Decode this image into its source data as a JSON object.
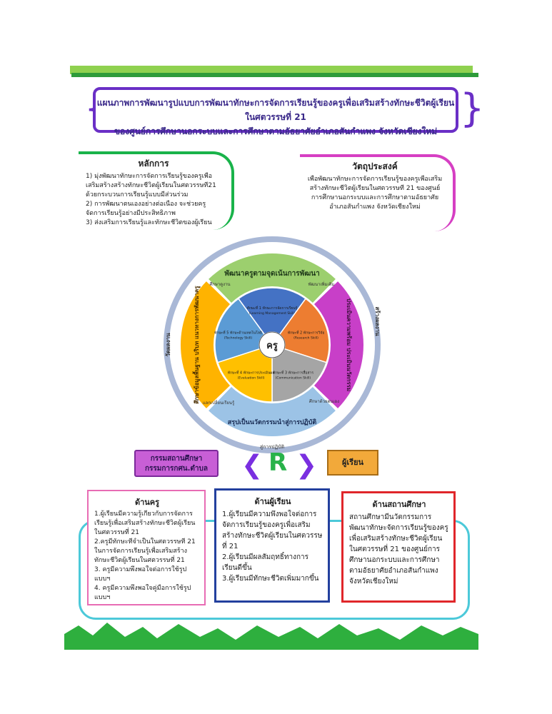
{
  "title": {
    "line1": "แผนภาพการพัฒนารูปแบบการพัฒนาทักษะการจัดการเรียนรู้ของครูเพื่อเสริมสร้างทักษะชีวิตผู้เรียนในศตวรรษที่ 21",
    "line2": "ของศูนย์การศึกษานอกระบบและการศึกษาตามอัธยาศัยอำเภอสันกำแพง จังหวัดเชียงใหม่"
  },
  "principles": {
    "heading": "หลักการ",
    "lines": [
      "1) มุ่งพัฒนาทักษะการจัดการเรียนรู้ของครูเพื่อ",
      "เสริมสร้างสร้างทักษะชีวิตผู้เรียนในศตวรรษที่21",
      "ด้วยกระบวนการเรียนรู้แบบมีส่วนร่วม",
      "2) การพัฒนาตนเองอย่างต่อเนื่อง จะช่วยครู",
      "จัดการเรียนรู้อย่างมีประสิทธิภาพ",
      "3) ส่งเสริมการเรียนรู้และทักษะชีวิตของผู้เรียน"
    ]
  },
  "purpose": {
    "heading": "วัตถุประสงค์",
    "lines": [
      "เพื่อพัฒนาทักษะการจัดการเรียนรู้ของครูเพื่อเสริม",
      "สร้างทักษะชีวิตผู้เรียนในศตวรรษที่ 21 ของศูนย์",
      "การศึกษานอกระบบและการศึกษาตามอัธยาศัย",
      "อำเภอสันกำแพง จังหวัดเชียงใหม่"
    ]
  },
  "wheel": {
    "center": "ครู",
    "outer": {
      "top": "พัฒนาครูตามจุดเน้นการพัฒนา",
      "right": "ประเมินความพร้อม ประเมินนวัตกรรม",
      "bottom": "สรุปเป็นนวัตกรรมนำสู่การปฏิบัติ",
      "left": "ศึกษาข้อมูลพื้นฐาน บริบท แนวทางการพัฒนาครู"
    },
    "inner": [
      {
        "label": "ทักษะที่ 5 ทักษะด้านเทคโนโลยี",
        "sub": "(Technology Skill)",
        "color": "#5b9bd5"
      },
      {
        "label": "ทักษะที่ 1 ทักษะการจัดการเรียนรู้",
        "sub": "(Learning Management Skill)",
        "color": "#4472c4"
      },
      {
        "label": "ทักษะที่ 2 ทักษะการวิจัย",
        "sub": "(Research Skill)",
        "color": "#ed7d31"
      },
      {
        "label": "ทักษะที่ 3 ทักษะการสื่อสาร",
        "sub": "(Communication Skill)",
        "color": "#a5a5a5"
      },
      {
        "label": "ทักษะที่ 4 ทักษะการประเมินผล",
        "sub": "(Evaluation Skill)",
        "color": "#ffc000"
      }
    ],
    "ring_labels": {
      "left": "วัดผลงาน",
      "right": "สร้างผลงาน",
      "bottom": "สู่การปฏิบัติ",
      "top_left": "ศึกษาดูงาน",
      "top_right": "พัฒนาเพิ่มเติม",
      "bottom_right": "ศึกษาด้วยตนเอง",
      "bottom_left": "แลกเปลี่ยนเรียนรู้"
    },
    "colors": {
      "top": "#9ccf6e",
      "right": "#c83fc8",
      "bottom": "#9cc3e6",
      "left": "#ffb300",
      "ring": "#a9b8d6"
    }
  },
  "nav": {
    "office_line1": "กรรมสถานศึกษา",
    "office_line2": "กรรมการกศน.ตำบล",
    "r_letter": "R",
    "learner": "ผู้เรียน",
    "left_chevron": "❮",
    "right_chevron": "❯"
  },
  "cards": {
    "teacher": {
      "heading": "ด้านครู",
      "lines": [
        "1.ผู้เรียนมีความรู้เกี่ยวกับการจัดการเรียนรู้เพื่อเสริมสร้างทักษะชีวิตผู้เรียนในศตวรรษที่ 21",
        "2.ครูมีทักษะที่จำเป็นในศตวรรษที่ 21 ในการจัดการเรียนรู้เพื่อเสริมสร้างทักษะชีวิตผู้เรียนในศตวรรษที่ 21",
        "3. ครูมีความพึงพอใจต่อการใช้รูปแบบฯ",
        "4. ครูมีความพึงพอใจคู่มือการใช้รูปแบบฯ"
      ]
    },
    "student": {
      "heading": "ด้านผู้เรียน",
      "lines": [
        "1.ผู้เรียนมีความพึงพอใจต่อการจัดการเรียนรู้ของครูเพื่อเสริมสร้างทักษะชีวิตผู้เรียนในศตวรรษที่ 21",
        "2.ผู้เรียนมีผลสัมฤทธิ์ทางการเรียนดีขึ้น",
        "3.ผู้เรียนมีทักษะชีวิตเพิ่มมากขึ้น"
      ]
    },
    "school": {
      "heading": "ด้านสถานศึกษา",
      "lines": [
        "สถานศึกษามีนวัตกรรมการพัฒนาทักษะจัดการเรียนรู้ของครูเพื่อเสริมสร้างทักษะชีวิตผู้เรียน ในศตวรรษที่ 21 ของศูนย์การศึกษานอกระบบและการศึกษาตามอัธยาศัยอำเภอสันกำแพง จังหวัดเชียงใหม่"
      ]
    }
  }
}
